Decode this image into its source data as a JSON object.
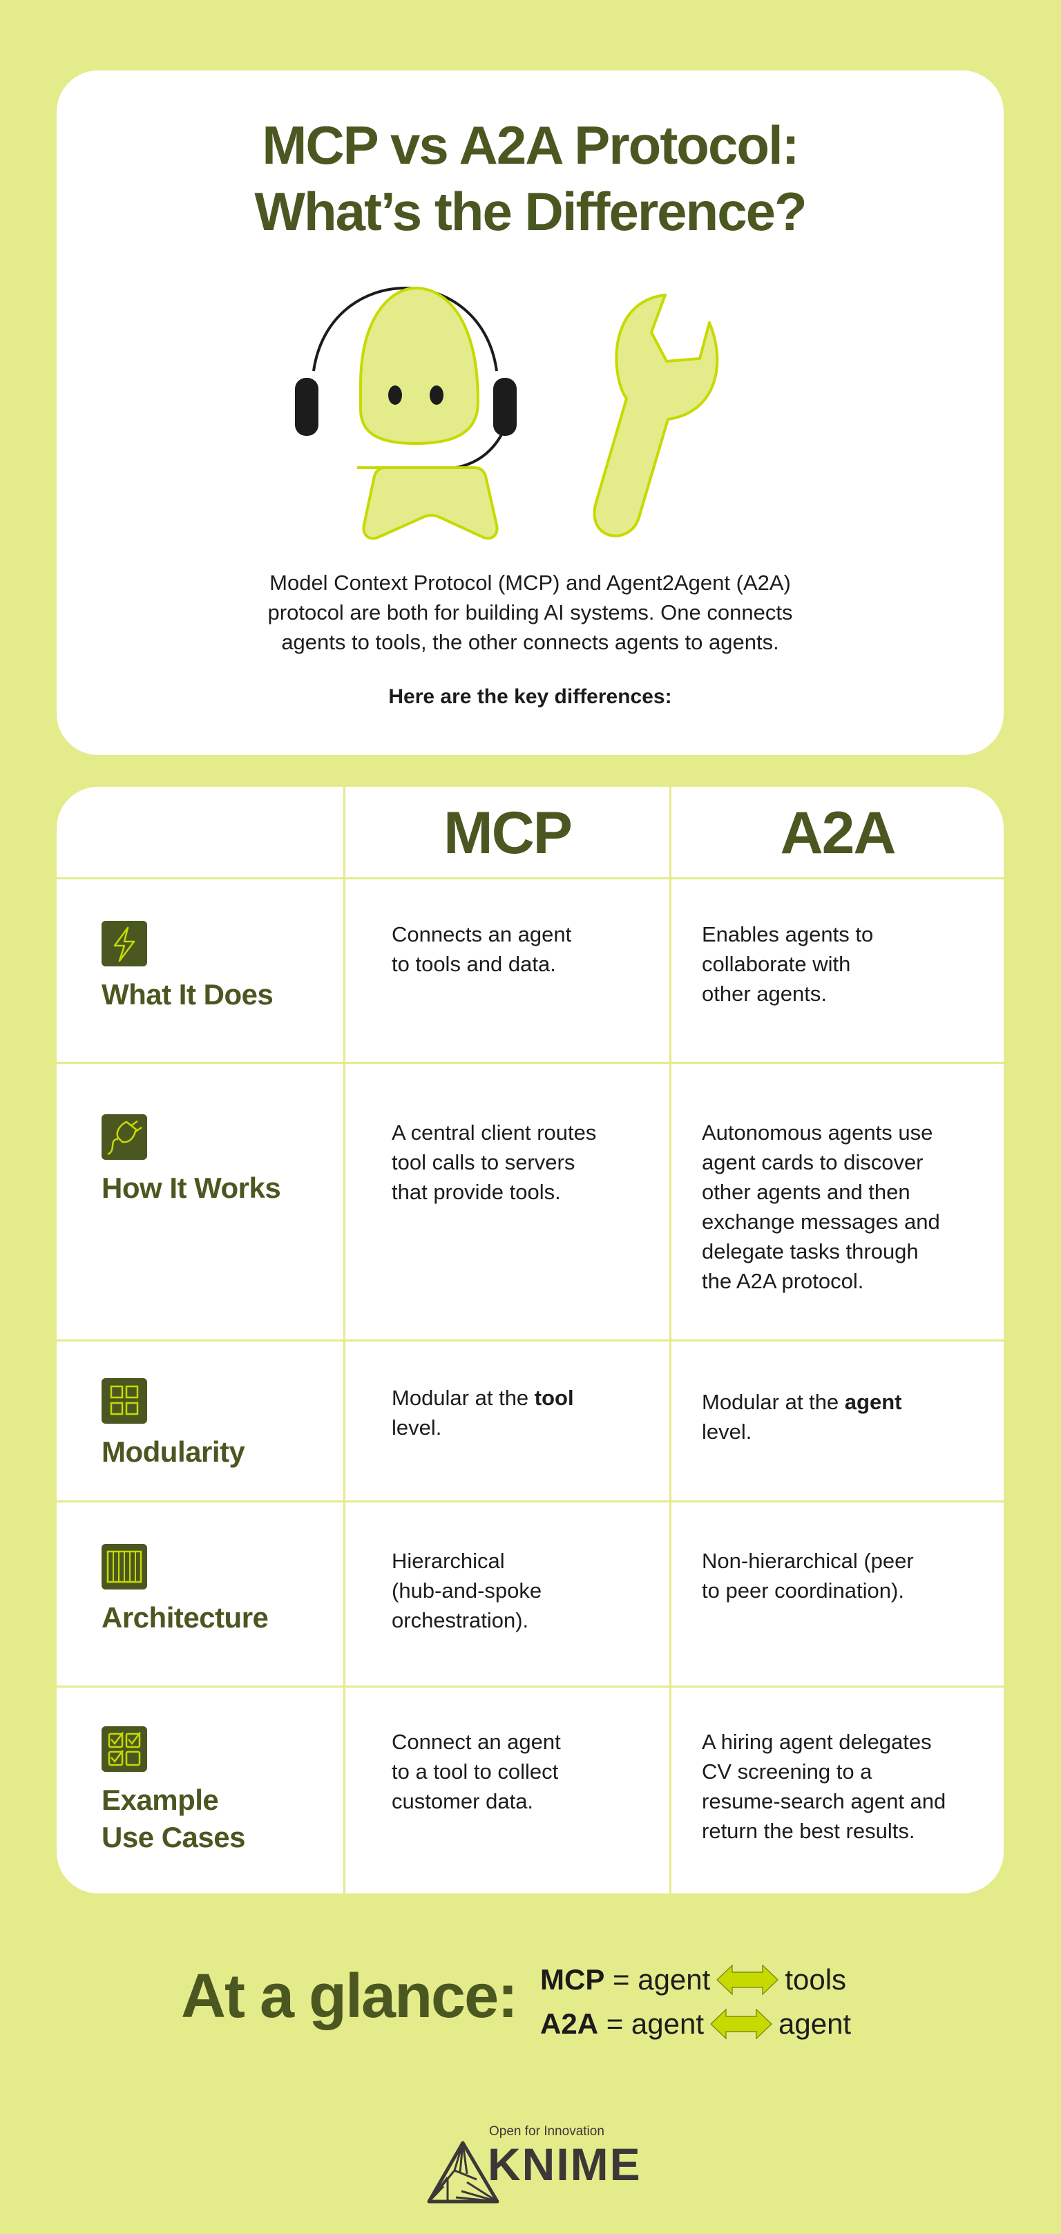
{
  "colors": {
    "background": "#e4eb8a",
    "card": "#ffffff",
    "accent_dark": "#4b5720",
    "accent_lime": "#c6da00",
    "text": "#1c1c1c"
  },
  "header": {
    "title_line1": "MCP vs A2A Protocol:",
    "title_line2": "What’s the Difference?",
    "illustration": [
      "robot-agent-with-headset-icon",
      "wrench-icon"
    ],
    "intro_line1": "Model Context Protocol (MCP) and Agent2Agent (A2A)",
    "intro_line2": "protocol are both for building AI systems. One connects",
    "intro_line3": "agents to tools, the other connects agents to agents.",
    "intro_bold": "Here are the key differences:"
  },
  "table": {
    "columns": [
      "",
      "MCP",
      "A2A"
    ],
    "rows": [
      {
        "icon": "lightning-bolt-icon",
        "label_lines": [
          "What It Does"
        ],
        "mcp_lines": [
          "Connects an agent",
          "to tools and data."
        ],
        "a2a_lines": [
          "Enables agents to",
          "collaborate with",
          "other agents."
        ]
      },
      {
        "icon": "plug-icon",
        "label_lines": [
          "How It Works"
        ],
        "mcp_lines": [
          "A central client routes",
          "tool calls to servers",
          "that provide tools."
        ],
        "a2a_lines": [
          "Autonomous agents use",
          "agent cards to discover",
          "other agents and then",
          "exchange messages and",
          "delegate tasks through",
          "the A2A protocol."
        ]
      },
      {
        "icon": "grid-blocks-icon",
        "label_lines": [
          "Modularity"
        ],
        "mcp_prefix": "Modular at the ",
        "mcp_bold": "tool",
        "mcp_suffix": "level.",
        "a2a_prefix": "Modular at the ",
        "a2a_bold": "agent",
        "a2a_suffix": "level."
      },
      {
        "icon": "columns-architecture-icon",
        "label_lines": [
          "Architecture"
        ],
        "mcp_lines": [
          "Hierarchical",
          "(hub-and-spoke",
          "orchestration)."
        ],
        "a2a_lines": [
          "Non-hierarchical (peer",
          "to peer coordination)."
        ]
      },
      {
        "icon": "checklist-icon",
        "label_lines": [
          "Example",
          "Use Cases"
        ],
        "mcp_lines": [
          "Connect an agent",
          "to a tool to collect",
          "customer data."
        ],
        "a2a_lines": [
          "A hiring agent delegates",
          "CV screening to a",
          "resume-search agent and",
          "return the best results."
        ]
      }
    ]
  },
  "glance": {
    "title": "At a glance:",
    "line1": {
      "term": "MCP",
      "eq": " = agent",
      "target": "tools"
    },
    "line2": {
      "term": "A2A",
      "eq": " = agent",
      "target": "agent"
    },
    "arrow_icon": "double-arrow-icon"
  },
  "footer": {
    "tagline": "Open for Innovation",
    "brand": "KNIME"
  }
}
